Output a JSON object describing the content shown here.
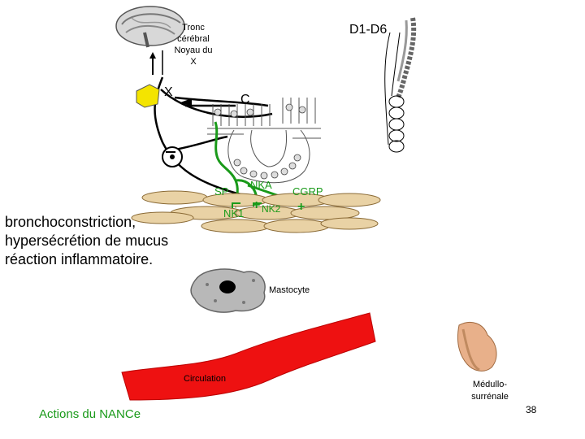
{
  "labels": {
    "tronc": [
      "Tronc",
      "cérébral",
      "Noyau du",
      "X"
    ],
    "d1_d6": "D1-D6",
    "x": "X",
    "c": "C",
    "sp": "SP",
    "nka": "NKA",
    "cgrp": "CGRP",
    "nk1": "NK1",
    "nk2": "NK2",
    "plus_nk1": "+",
    "plus_cgrp": "+",
    "effects": [
      "bronchoconstriction,",
      "hypersécrétion de mucus",
      "réaction inflammatoire."
    ],
    "mastocyte": "Mastocyte",
    "circulation": "Circulation",
    "medullo": [
      "Médullo-",
      "surrénale"
    ],
    "footer_title": "Actions du NANCe",
    "page_number": "38"
  },
  "colors": {
    "green": "#1a9a1a",
    "muscle": "#e9d2a5",
    "muscle_stroke": "#8a6a35",
    "vessel": "#ee1111",
    "nerve_box": "#f4e400",
    "footer": "#1a9a1a",
    "gland": "#e8b08a"
  }
}
